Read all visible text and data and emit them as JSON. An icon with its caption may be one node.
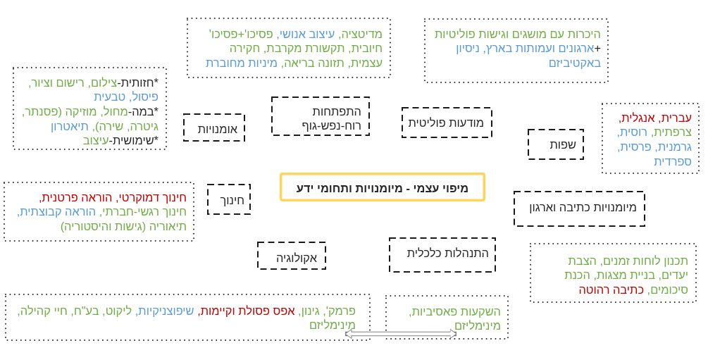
{
  "diagram": {
    "nodes": [
      {
        "text": [
          "היכרות עם מושגים וגישות פוליטיות +ארגונים ועמותות בארץ, ניסיון באקטיביזם"
        ]
      },
      {
        "text": [
          "מדיטציה, עיצוב אנושי, פסיכו'+פסיכו' חיובית, תקשורת מקרבת, חקירה עצמית, תזונה בריאה, מיניות מחוברת"
        ]
      },
      {
        "text": [
          "*חזותית-צילום, רישום וציור, פיסול, טבעית",
          "*במה-מחול, מוזיקה (פסנתר, גיטרה, שירה), תיאטרון",
          "*שימושית-עיצוב"
        ]
      },
      {
        "text": [
          "עברית, אנגלית, צרפתית, רוסית, גרמנית, פרסית, ספרדית"
        ]
      },
      {
        "text": [
          "התפתחות רוח-נפש-גוף"
        ]
      },
      {
        "text": [
          "מודעות פוליטית"
        ]
      },
      {
        "text": [
          "אומנויות"
        ]
      },
      {
        "text": [
          "שפות"
        ]
      },
      {
        "text": [
          "מיפוי עצמי - מיומנויות ותחומי ידע"
        ]
      },
      {
        "text": [
          "מיומנויות כתיבה וארגון"
        ]
      },
      {
        "text": [
          "חינוך"
        ]
      },
      {
        "text": [
          "חינוך דמוקרטי, הוראה פרטנית, חינוך רגשי-חברתי, הוראה קבוצתית, תיאוריה (גישות והיסטוריה)"
        ]
      },
      {
        "text": [
          "תכנון לוחות זמנים, הצבת יעדים, בניית מצגות, הכנת סיכומים, כתיבה רהוטה"
        ]
      },
      {
        "text": [
          "התנהלות כלכלית"
        ]
      },
      {
        "text": [
          "אקולוגיה"
        ]
      },
      {
        "text": [
          "השקעות פאסיביות, מינימליזם"
        ]
      },
      {
        "text": [
          "פרמק', גינון, אפס פסולת וקיימות, שיפוצניקיות, ליקוט, בע\"ח, חיי קהילה, מינימליזם"
        ]
      }
    ],
    "edges": [
      {
        "from": 16,
        "to": 15,
        "arrow": "both"
      }
    ]
  }
}
